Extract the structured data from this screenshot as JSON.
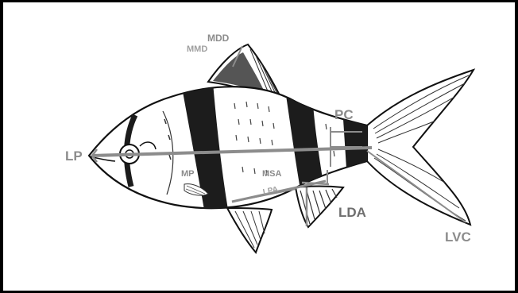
{
  "labels": {
    "lp": "LP",
    "mdd": "MDD",
    "mmd": "MMD",
    "pc": "PC",
    "mp": "MP",
    "msa": "MSA",
    "lpa": "LPA",
    "lda": "LDA",
    "lvc": "LVC"
  },
  "colors": {
    "frame": "#000000",
    "outline": "#111111",
    "stripe": "#1c1c1c",
    "measure": "#8c8c8c",
    "label": "#8c8c8c",
    "fin_fill": "#e8e8e8"
  }
}
